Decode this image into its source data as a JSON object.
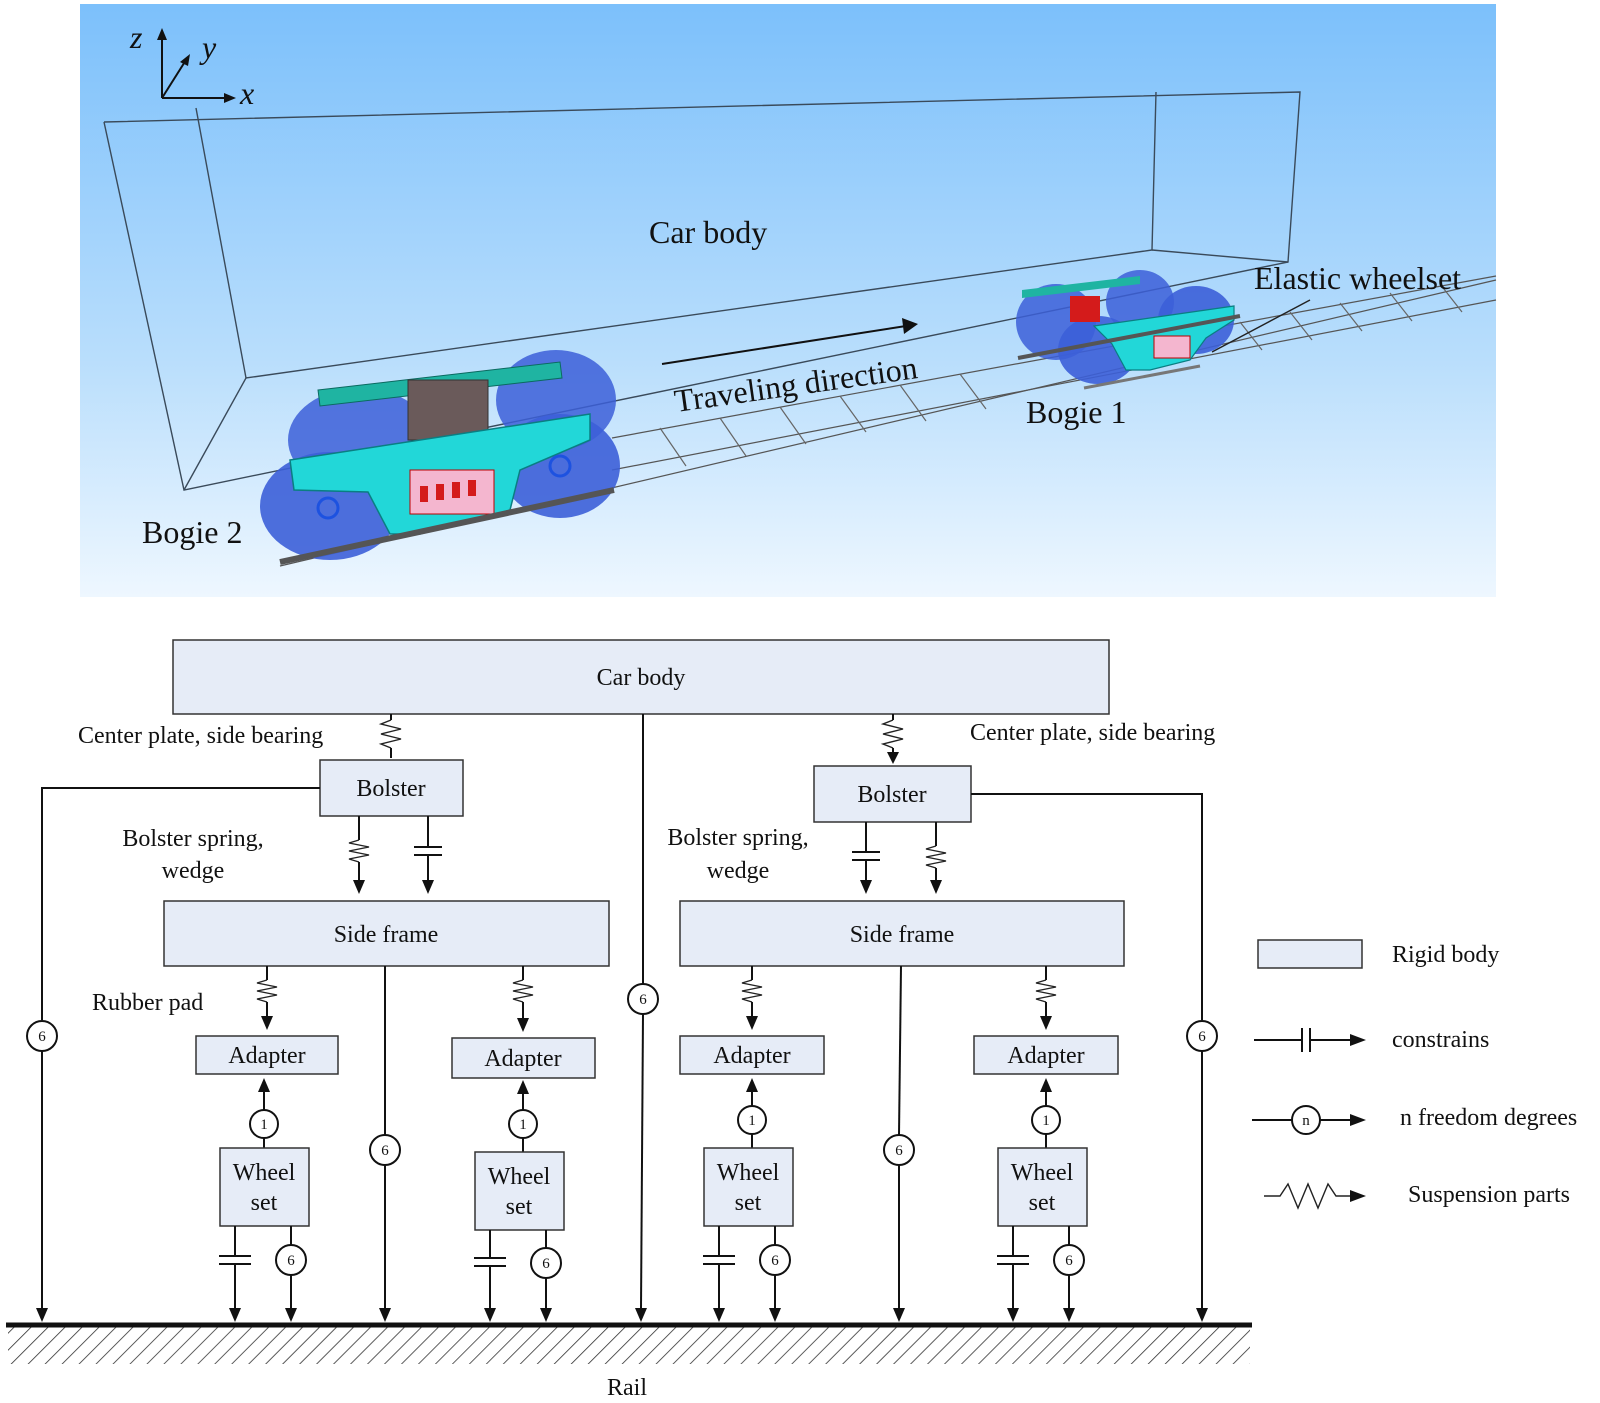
{
  "render": {
    "axes": {
      "z": "z",
      "y": "y",
      "x": "x"
    },
    "car_body": "Car body",
    "elastic_wheelset": "Elastic wheelset",
    "traveling_direction": "Traveling direction",
    "bogie1": "Bogie 1",
    "bogie2": "Bogie 2"
  },
  "diagram": {
    "car_body": "Car body",
    "center_plate_left": "Center plate, side bearing",
    "center_plate_right": "Center plate, side bearing",
    "bolster_left": "Bolster",
    "bolster_right": "Bolster",
    "bolster_spring_left": [
      "Bolster spring,",
      "wedge"
    ],
    "bolster_spring_right": [
      "Bolster spring,",
      "wedge"
    ],
    "side_frame_left": "Side frame",
    "side_frame_right": "Side frame",
    "rubber_pad": "Rubber pad",
    "adapter": "Adapter",
    "wheelset": [
      "Wheel",
      "set"
    ],
    "rail": "Rail",
    "dof_six": "6",
    "dof_one": "1"
  },
  "legend": {
    "rigid_body": "Rigid body",
    "constrains": "constrains",
    "n_freedom": "n freedom degrees",
    "n_symbol": "n",
    "suspension": "Suspension parts"
  },
  "colors": {
    "sky_top": "#7cc0fb",
    "sky_bottom": "#eaf5fe",
    "frame_cyan": "#22d7d8",
    "wheel_blue": "#3c5fd8",
    "box_fill": "#e6ecf7"
  }
}
